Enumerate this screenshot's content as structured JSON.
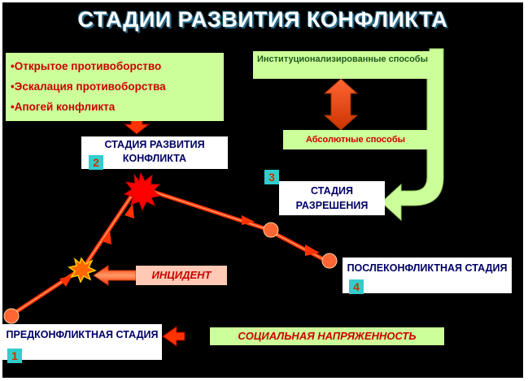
{
  "title": "СТАДИИ РАЗВИТИЯ КОНФЛИКТА",
  "bullets": [
    "•Открытое противоборство",
    "•Эскалация противоборства",
    "•Апогей конфликта"
  ],
  "methods": {
    "institutional": "Институционализированные способы",
    "absolute": "Абсолютные способы"
  },
  "stages": {
    "s1": {
      "label": "ПРЕДКОНФЛИКТНАЯ СТАДИЯ",
      "number": "1"
    },
    "s2": {
      "label": "СТАДИЯ РАЗВИТИЯ КОНФЛИКТА",
      "number": "2"
    },
    "s3": {
      "label": "СТАДИЯ РАЗРЕШЕНИЯ",
      "number": "3"
    },
    "s4": {
      "label": "ПОСЛЕКОНФЛИКТНАЯ СТАДИЯ",
      "number": "4"
    }
  },
  "incident": "ИНЦИДЕНТ",
  "tension": "СОЦИАЛЬНАЯ НАПРЯЖЕННОСТЬ",
  "colors": {
    "background": "#000000",
    "light_green": "#ccff99",
    "red": "#cc0000",
    "badge": "#33cccc",
    "stage_text": "#000066",
    "orange": "#ff6633"
  }
}
